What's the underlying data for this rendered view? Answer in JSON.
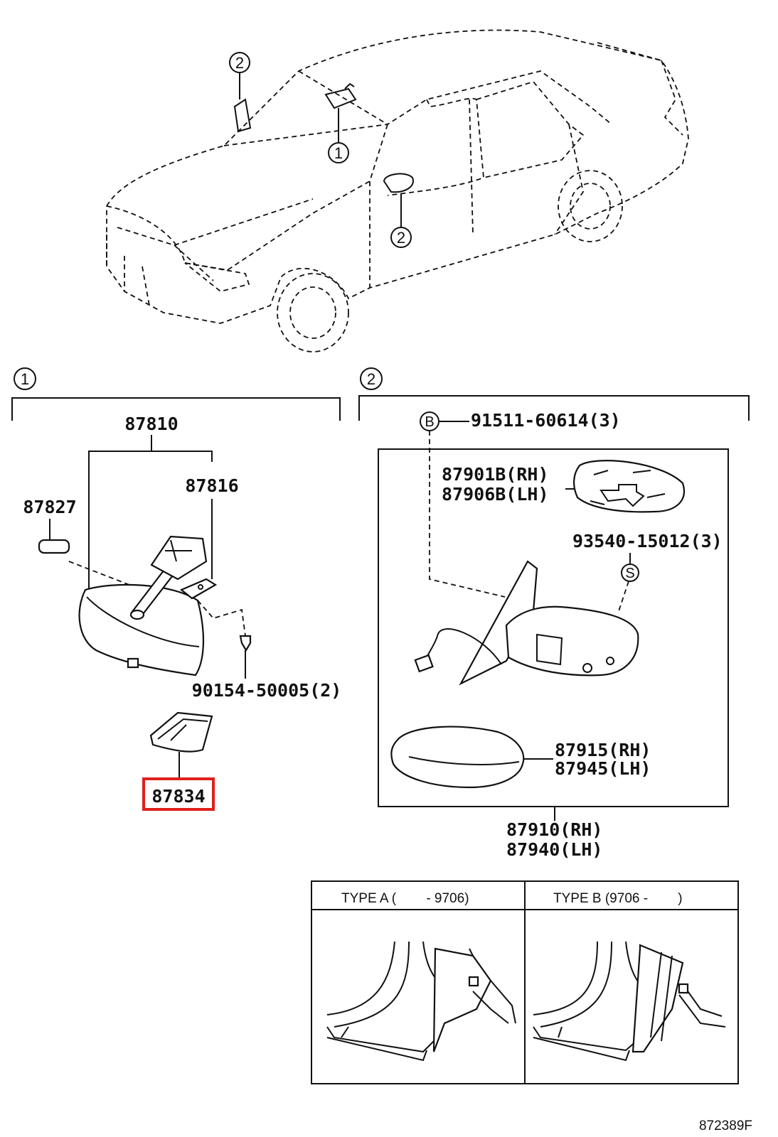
{
  "car_callouts": [
    "2",
    "1",
    "2"
  ],
  "section_1": {
    "callout": "1",
    "labels": {
      "mirror_assy": "87810",
      "holder": "87816",
      "lamp": "87827",
      "screw": "90154-50005(2)",
      "cover": "87834"
    }
  },
  "section_2": {
    "callout": "2",
    "labels": {
      "screw_b": "91511-60614(3)",
      "screw_b_marker": "B",
      "mirror_rh": "87901B(RH)",
      "mirror_lh": "87906B(LH)",
      "screw_s": "93540-15012(3)",
      "screw_s_marker": "S",
      "cover_rh": "87915(RH)",
      "cover_lh": "87945(LH)",
      "assy_rh": "87910(RH)",
      "assy_lh": "87940(LH)"
    }
  },
  "type_table": {
    "type_a": "TYPE A (        - 9706)",
    "type_b": "TYPE B (9706 -        )"
  },
  "highlight_color": "#e0201b",
  "figure_id": "872389F"
}
